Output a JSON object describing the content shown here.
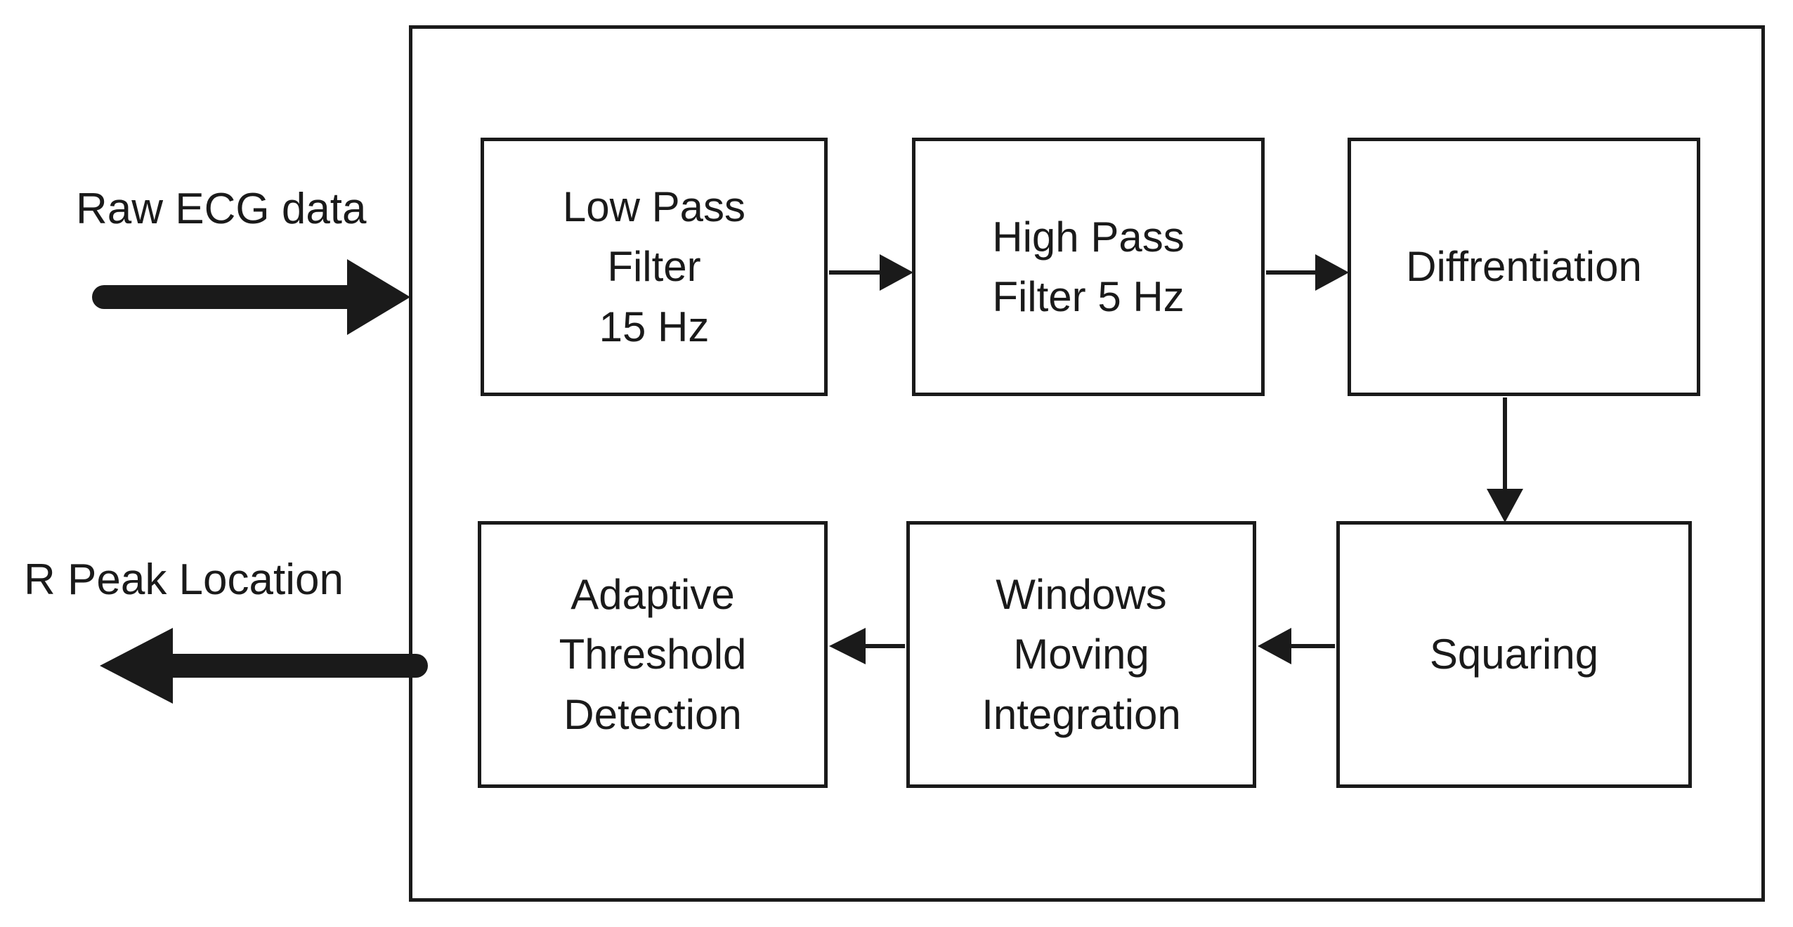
{
  "diagram": {
    "input_label": "Raw ECG data",
    "output_label": "R Peak Location",
    "blocks": [
      {
        "id": "low-pass-filter",
        "label": "Low Pass\nFilter\n15 Hz"
      },
      {
        "id": "high-pass-filter",
        "label": "High Pass\nFilter 5 Hz"
      },
      {
        "id": "diffrentiation",
        "label": "Diffrentiation"
      },
      {
        "id": "squaring",
        "label": "Squaring"
      },
      {
        "id": "windows-moving-integration",
        "label": "Windows\nMoving\nIntegration"
      },
      {
        "id": "adaptive-threshold-detection",
        "label": "Adaptive\nThreshold\nDetection"
      }
    ],
    "connections": [
      {
        "from": "Raw ECG data",
        "to": "Low Pass Filter 15 Hz"
      },
      {
        "from": "Low Pass Filter 15 Hz",
        "to": "High Pass Filter 5 Hz"
      },
      {
        "from": "High Pass Filter 5 Hz",
        "to": "Diffrentiation"
      },
      {
        "from": "Diffrentiation",
        "to": "Squaring"
      },
      {
        "from": "Squaring",
        "to": "Windows Moving Integration"
      },
      {
        "from": "Windows Moving Integration",
        "to": "Adaptive Threshold Detection"
      },
      {
        "from": "Adaptive Threshold Detection",
        "to": "R Peak Location"
      }
    ],
    "colors": {
      "line": "#1a1a1a",
      "text": "#1a1a1a",
      "background": "#ffffff"
    }
  }
}
